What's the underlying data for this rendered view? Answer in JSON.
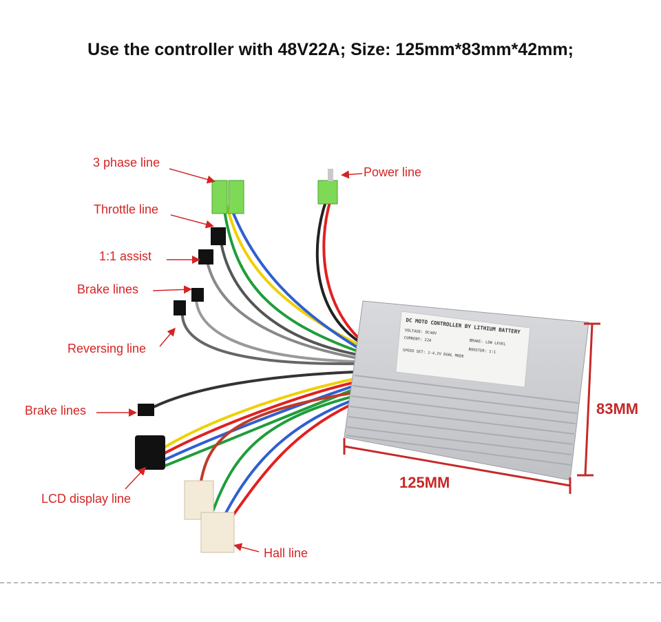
{
  "title": "Use the controller with 48V22A; Size: 125mm*83mm*42mm;",
  "labels": {
    "three_phase": "3 phase line",
    "power": "Power line",
    "throttle": "Throttle line",
    "assist": "1:1 assist",
    "brake_top": "Brake lines",
    "reversing": "Reversing line",
    "brake_bottom": "Brake lines",
    "lcd": "LCD display line",
    "hall": "Hall line"
  },
  "dimensions": {
    "width": "125MM",
    "height": "83MM"
  },
  "sticker": {
    "heading": "DC MOTO CONTROLLER BY LITHIUM BATTERY",
    "voltage": "VOLTAGE: DC48V",
    "current": "CURRENT: 22A",
    "brake": "BRAKE: LOW LEVEL",
    "booster": "BOOSTER: 1:1",
    "speed": "SPEED SET: 1-4.2V DUAL MODE"
  },
  "colors": {
    "label_red": "#d42424",
    "dimension_red": "#c62828",
    "connector_green": "#7ed957"
  }
}
